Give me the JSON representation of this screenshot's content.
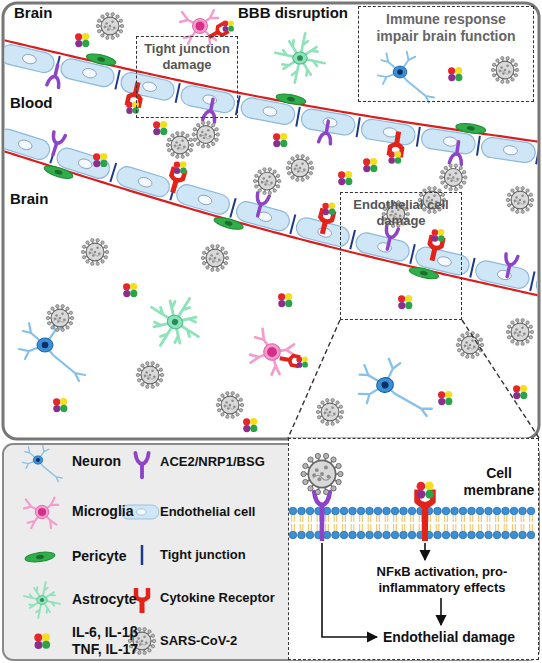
{
  "diagram": {
    "nodes": [
      {
        "text": [
          "Tight junction damage"
        ]
      },
      {
        "text": [
          "Immune response impair brain function"
        ]
      },
      {
        "text": [
          "Endothelial cell damage"
        ]
      },
      {
        "text": [
          "Cell membrane",
          "NFκB activation, pro-inflammatory effects",
          "Endothelial damage"
        ]
      }
    ],
    "edges": [
      {
        "from": 2,
        "to": 3,
        "arrow": "none"
      },
      {
        "from": 2,
        "to": 3,
        "arrow": "none"
      }
    ],
    "labels": [
      "Brain",
      "BBB disruption",
      "Blood",
      "Brain"
    ],
    "legend": [
      {
        "text": "Neuron"
      },
      {
        "text": "Microglia"
      },
      {
        "text": "Pericyte"
      },
      {
        "text": "Astrocyte"
      },
      {
        "text": "IL-6, IL-1β TNF, IL-17"
      },
      {
        "text": "ACE2/NRP1/BSG"
      },
      {
        "text": "Endothelial cell"
      },
      {
        "text": "Tight junction"
      },
      {
        "text": "Cytokine Receptor"
      },
      {
        "text": "SARS-CoV-2"
      }
    ]
  }
}
